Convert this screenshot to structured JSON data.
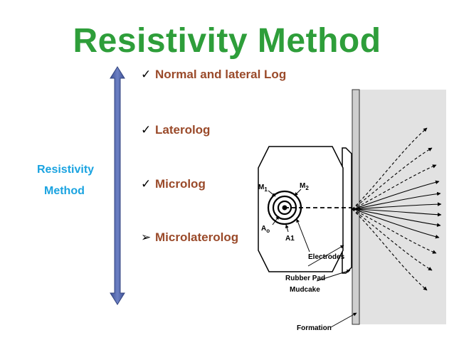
{
  "slide": {
    "title": "Resistivity Method",
    "side_label_line1": "Resistivity",
    "side_label_line2": "Method",
    "items": [
      {
        "mark": "✓",
        "label": "Normal and lateral Log"
      },
      {
        "mark": "✓",
        "label": "Laterolog"
      },
      {
        "mark": "✓",
        "label": "Microlog"
      },
      {
        "mark": "➢",
        "label": "Microlaterolog"
      }
    ]
  },
  "diagram": {
    "labels": {
      "m1": "M",
      "m1_sub": "1",
      "m2": "M",
      "m2_sub": "2",
      "a0": "A",
      "a0_sub": "o",
      "a1": "A1",
      "electrodes": "Electrodes",
      "rubber_pad": "Rubber Pad",
      "mudcake": "Mudcake",
      "formation": "Formation"
    }
  },
  "colors": {
    "title": "#2e9e3a",
    "side_label": "#1aa3e0",
    "items": "#9a4a2a",
    "arrow": "#4f63a8"
  }
}
